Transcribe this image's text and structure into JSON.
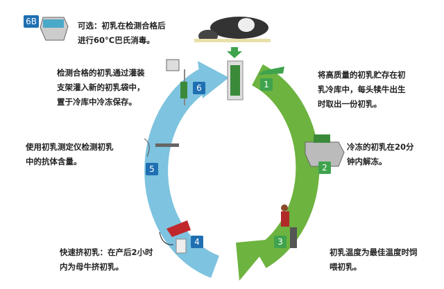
{
  "steps": [
    {
      "badge": "1",
      "text_lines": [
        "将高质量的初乳贮存在初",
        "乳冷库中，每头犊牛出生",
        "时取出一份初乳。"
      ]
    },
    {
      "badge": "2",
      "text_lines": [
        "冷冻的初乳在20分",
        "钟内解冻。"
      ]
    },
    {
      "badge": "3",
      "text_lines": [
        "初乳温度为最佳温度时饲",
        "喂初乳。"
      ]
    },
    {
      "badge": "4",
      "text_lines": [
        "快速挤初乳：在产后2小时",
        "内为母牛挤初乳。"
      ]
    },
    {
      "badge": "5",
      "text_lines": [
        "使用初乳测定仪检测初乳",
        "中的抗体含量。"
      ]
    },
    {
      "badge": "6",
      "text_lines": [
        "检测合格的初乳通过灌装",
        "支架灌入新的初乳袋中，",
        "置于冷库中冷冻保存。"
      ]
    },
    {
      "badge": "6B",
      "text_lines": [
        "可选：初乳在检测合格后",
        "进行60°C巴氏消毒。"
      ]
    }
  ],
  "colors": {
    "green": "#6db33f",
    "blue": "#7ec3df",
    "badge_blue": "#1f6fb2",
    "badge_green": "#3fa34d"
  }
}
